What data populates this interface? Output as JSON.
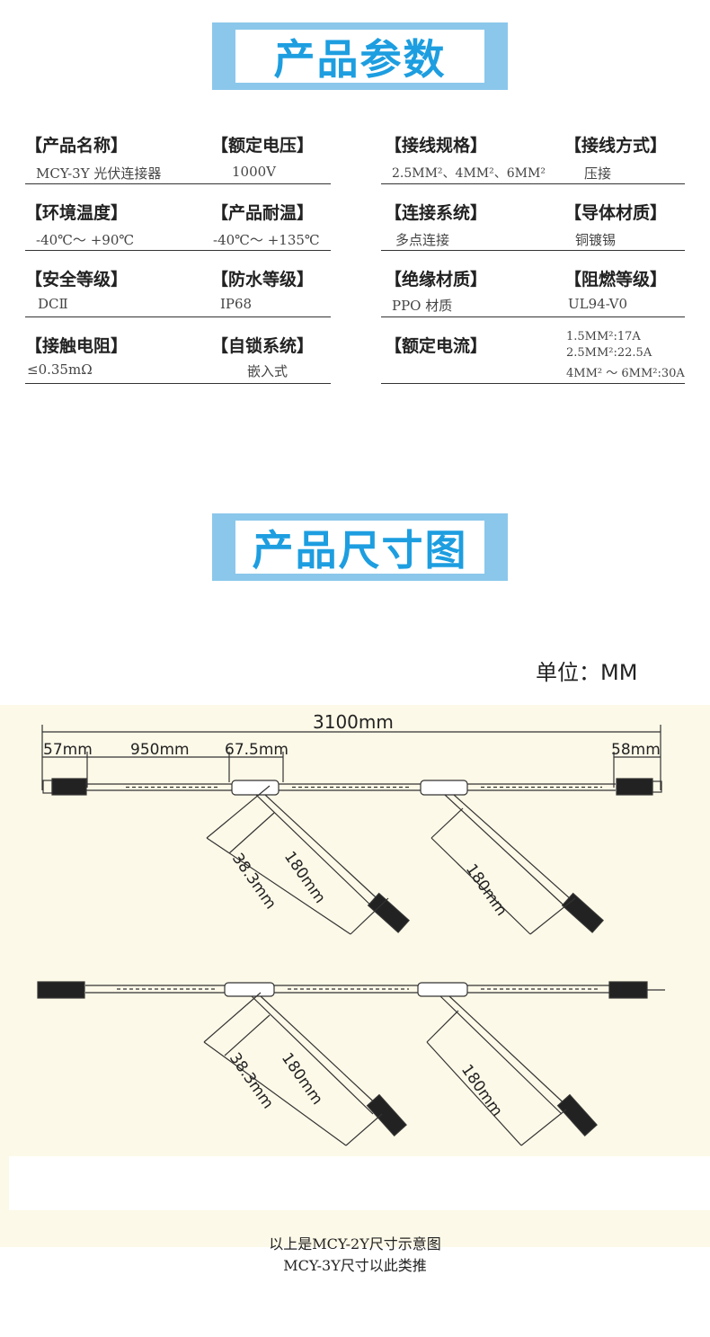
{
  "sections": {
    "params_title": "产品参数",
    "dims_title": "产品尺寸图"
  },
  "specs": [
    {
      "label": "【产品名称】",
      "value": "MCY-3Y 光伏连接器"
    },
    {
      "label": "【额定电压】",
      "value": "1000V"
    },
    {
      "label": "【接线规格】",
      "value": "2.5MM²、4MM²、6MM²"
    },
    {
      "label": "【接线方式】",
      "value": "压接"
    },
    {
      "label": "【环境温度】",
      "value": "-40℃～ +90℃"
    },
    {
      "label": "【产品耐温】",
      "value": "-40℃～ +135℃"
    },
    {
      "label": "【连接系统】",
      "value": "多点连接"
    },
    {
      "label": "【导体材质】",
      "value": "铜镀锡"
    },
    {
      "label": "【安全等级】",
      "value": "DCⅡ"
    },
    {
      "label": "【防水等级】",
      "value": "IP68"
    },
    {
      "label": "【绝缘材质】",
      "value": "PPO 材质"
    },
    {
      "label": "【阻燃等级】",
      "value": "UL94-V0"
    },
    {
      "label": "【接触电阻】",
      "value": "≤0.35mΩ"
    },
    {
      "label": "【自锁系统】",
      "value": "嵌入式"
    },
    {
      "label": "【额定电流】",
      "value_lines": [
        "1.5MM²:17A",
        "2.5MM²:22.5A",
        "4MM² ～ 6MM²:30A"
      ]
    }
  ],
  "unit_label": "单位：MM",
  "dimensions": {
    "total": "3100mm",
    "left_end": "57mm",
    "segment": "950mm",
    "branch_gap": "67.5mm",
    "right_end": "58mm",
    "branch_offset": "38.3mm",
    "branch_length": "180mm"
  },
  "captions": [
    "以上是MCY-2Y尺寸示意图",
    "MCY-3Y尺寸以此类推"
  ],
  "colors": {
    "banner": "#8bc7eb",
    "title": "#1d9ee0",
    "drawing_bg": "#fdf9e8"
  }
}
